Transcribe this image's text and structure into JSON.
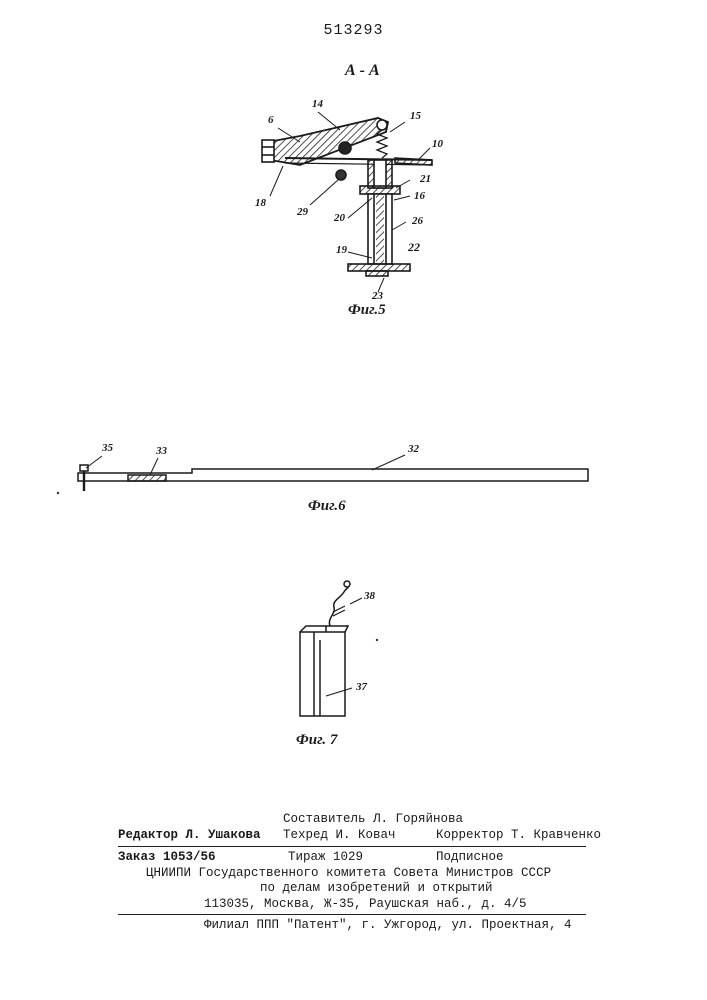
{
  "page_number": "513293",
  "section_label": "А - А",
  "fig5": {
    "caption": "Фиг.5",
    "labels": {
      "l14": "14",
      "l6": "6",
      "l15": "15",
      "l10": "10",
      "l18": "18",
      "l29": "29",
      "l21": "21",
      "l16": "16",
      "l20": "20",
      "l26": "26",
      "l19": "19",
      "l22": "22",
      "l23": "23"
    }
  },
  "fig6": {
    "caption": "Фиг.6",
    "labels": {
      "l35": "35",
      "l33": "33",
      "l32": "32"
    }
  },
  "fig7": {
    "caption": "Фиг. 7",
    "labels": {
      "l38": "38",
      "l37": "37"
    }
  },
  "colophon": {
    "compiler": "Составитель Л. Горяйнова",
    "editor": "Редактор Л. Ушакова",
    "techred": "Техред И. Ковач",
    "corrector": "Корректор Т. Кравченко",
    "order": "Заказ 1053/56",
    "circulation": "Тираж 1029",
    "subscription": "Подписное",
    "institute": "ЦНИИПИ Государственного комитета Совета Министров СССР",
    "affairs": "по делам изобретений и открытий",
    "address": "113035, Москва, Ж-35, Раушская наб., д. 4/5",
    "branch": "Филиал ППП \"Патент\", г. Ужгород, ул. Проектная, 4"
  }
}
